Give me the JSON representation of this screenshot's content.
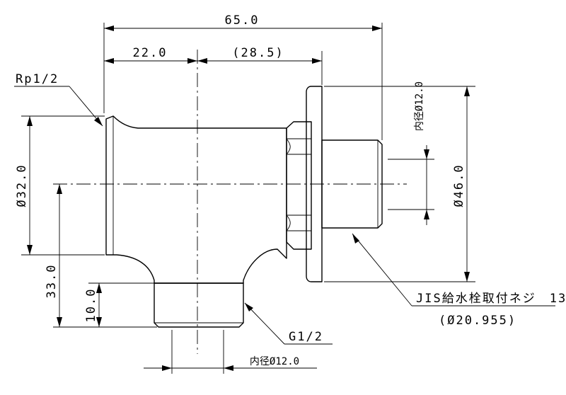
{
  "dimensions": {
    "overall_length": "65.0",
    "left_to_center": "22.0",
    "center_to_flange": "(28.5)",
    "left_diameter": "Ø32.0",
    "center_to_bottom": "33.0",
    "bottom_thread_length": "10.0",
    "flange_diameter": "Ø46.0",
    "right_inner_diameter": "内径Ø12.0",
    "bottom_inner_diameter": "内径Ø12.0"
  },
  "labels": {
    "left_thread": "Rp1/2",
    "bottom_thread": "G1/2",
    "right_thread": "JIS給水栓取付ネジ　13",
    "right_thread_sub": "(Ø20.955)"
  }
}
